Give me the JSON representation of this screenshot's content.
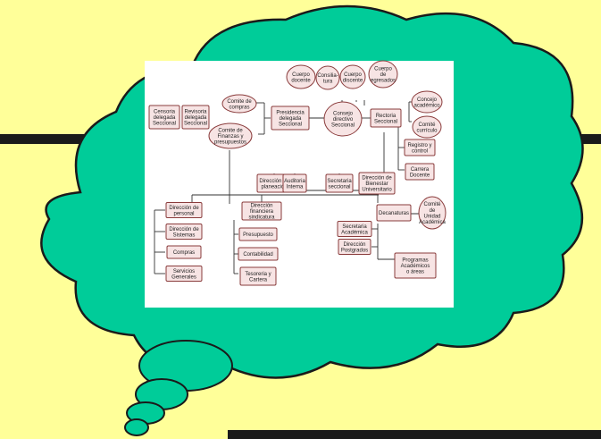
{
  "colors": {
    "background": "#ffff99",
    "cloud_fill": "#00cc99",
    "cloud_stroke": "#1a1a1a",
    "panel": "#ffffff",
    "node_fill": "#f7e4e4",
    "node_stroke": "#8a3c3c",
    "bar": "#1a1a1a"
  },
  "slide": {
    "visual": "thought-cloud containing an organizational chart"
  },
  "org_chart": {
    "council_members": [
      [
        "Cuerpo",
        "docente"
      ],
      [
        "Consilia-",
        "tura"
      ],
      [
        "Cuerpo",
        "discente"
      ],
      [
        "Cuerpo",
        "de",
        "egresados"
      ]
    ],
    "consejo": [
      "Consejo",
      "directivo",
      "Seccional"
    ],
    "presidencia": [
      "Presidencia",
      "delegada",
      "Seccional"
    ],
    "comite_compras": [
      "Comite de",
      "compras"
    ],
    "comite_finanzas": [
      "Comite de",
      "Finanzas y",
      "presupuestos"
    ],
    "censoria": [
      "Censoria",
      "delegada",
      "Seccional"
    ],
    "revisoria": [
      "Revisoria",
      "delegada",
      "Seccional"
    ],
    "rectoria": [
      "Rectoria",
      "Seccional"
    ],
    "concejo_academico": [
      "Concejo",
      "académico"
    ],
    "comite_curriculo": [
      "Comité",
      "currículo"
    ],
    "registro": [
      "Registro y",
      "control"
    ],
    "carrera": [
      "Carrera",
      "Docente"
    ],
    "staff": [
      [
        "Dirección de",
        "planeación"
      ],
      [
        "Auditoria",
        "Interna"
      ],
      [
        "Secretaria",
        "seccional"
      ],
      [
        "Dirección de",
        "Bienestar",
        "Universitario"
      ]
    ],
    "left_column": [
      [
        "Dirección de",
        "personal"
      ],
      [
        "Dirección de",
        "Sistemas"
      ],
      [
        "Compras"
      ],
      [
        "Servicios",
        "Generales"
      ]
    ],
    "financiera": [
      "Dirección",
      "financiera",
      "sindicatura"
    ],
    "finance_items": [
      [
        "Presupuesto"
      ],
      [
        "Contabilidad"
      ],
      [
        "Tesoreria y",
        "Cartera"
      ]
    ],
    "decanaturas": [
      "Decanaturas"
    ],
    "comite_unidad": [
      "Comité",
      "de",
      "Unidad",
      "Académica"
    ],
    "academic_items": [
      [
        "Secretaria",
        "Académica"
      ],
      [
        "Dirección",
        "Postgrados"
      ],
      [
        "Programas",
        "Académicos",
        "o áreas"
      ]
    ]
  }
}
